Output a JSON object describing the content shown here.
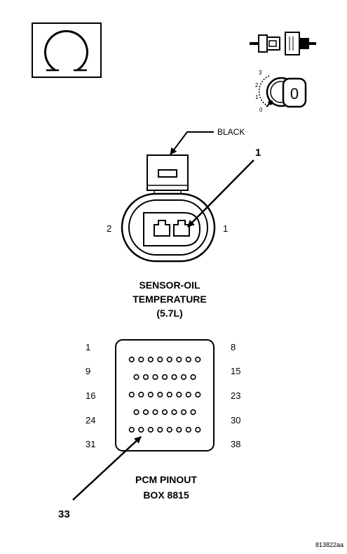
{
  "meter": {
    "symbol": "Ω",
    "icon": "ohm-meter-icon"
  },
  "disconnect_icon": "connector-disconnected-icon",
  "ignition": {
    "icon": "ignition-key-icon",
    "positions": [
      "3",
      "2",
      "1",
      "0"
    ],
    "key_label": "0"
  },
  "sensor_connector": {
    "color_label": "BLACK",
    "callout_number": "1",
    "pin_left": "2",
    "pin_right": "1",
    "title_lines": [
      "SENSOR-OIL",
      "TEMPERATURE",
      "(5.7L)"
    ]
  },
  "pcm_box": {
    "row_labels_left": [
      "1",
      "9",
      "16",
      "24",
      "31"
    ],
    "row_labels_right": [
      "8",
      "15",
      "23",
      "30",
      "38"
    ],
    "row_pin_counts": [
      8,
      7,
      8,
      7,
      8
    ],
    "callout_number": "33",
    "title_lines": [
      "PCM PINOUT",
      "BOX 8815"
    ]
  },
  "figure_id": "813822aa"
}
